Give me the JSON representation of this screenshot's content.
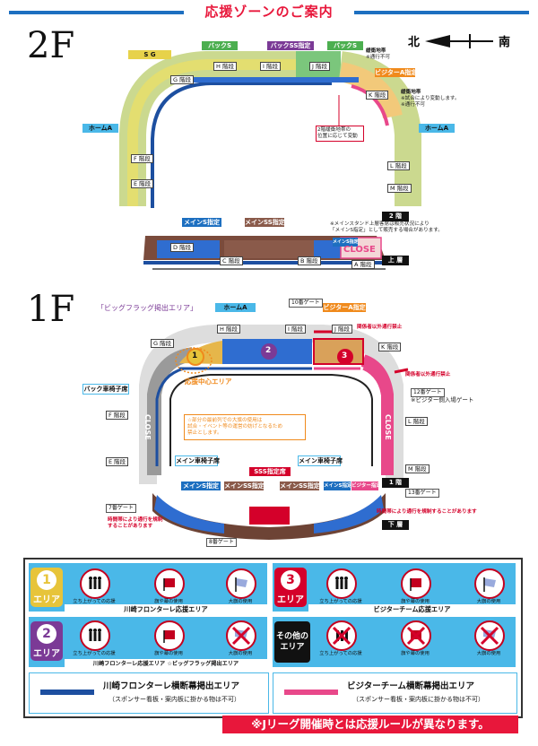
{
  "title": "応援ゾーンのご案内",
  "compass": {
    "north": "北",
    "south": "南"
  },
  "floor2": {
    "label": "2F",
    "tags": {
      "sg": "S G",
      "back_s_left": "バックS",
      "back_ss": "バックSS指定",
      "back_s_right": "バックS",
      "visitor_a": "ビジターA指定",
      "home_a_left": "ホームA",
      "home_a_right": "ホームA",
      "main_s": "メインS指定",
      "main_ss": "メインSS指定",
      "main_s_upper": "メインS指定"
    },
    "sections": {
      "g": "G 階段",
      "h": "H 階段",
      "i": "I 階段",
      "j": "J 階段",
      "k": "K 階段",
      "f": "F 階段",
      "e": "E 階段",
      "l": "L 階段",
      "m": "M 階段",
      "d": "D 階段",
      "c": "C 階段",
      "b": "B 階段",
      "a": "A 階段"
    },
    "notes": {
      "buffer_top_title": "緩衝地帯",
      "buffer_top_body": "※通行不可",
      "buffer_mid_title": "緩衝地帯",
      "buffer_mid_body": "※試合により変動します。\n※通行不可",
      "buffer_box": "2階緩衝地帯の\n位置に応じて変動",
      "mainstand": "※メインスタンド上層客席は販売状況により\n「メインS指定」として販売する場合があります。",
      "nikai": "2 階",
      "jyoso": "上 層",
      "close": "CLOSE"
    }
  },
  "floor1": {
    "label": "1F",
    "big_flag": "「ビッグフラッグ掲出エリア」",
    "tags": {
      "home_a": "ホームA",
      "visitor_a": "ビジターA指定",
      "back_wheelchair": "バック車椅子席",
      "main_wheelchair_left": "メイン車椅子席",
      "main_wheelchair_right": "メイン車椅子席",
      "main_s_left": "メインS指定",
      "main_ss": "メインSS指定",
      "sss": "SSS指定席",
      "main_ss_right": "メインSS指定",
      "main_s_right": "メインS指定",
      "visitor_sitei": "ビジター指定"
    },
    "sections": {
      "g": "G 階段",
      "h": "H 階段",
      "i": "I 階段",
      "j": "J 階段",
      "k": "K 階段",
      "f": "F 階段",
      "e": "E 階段",
      "l": "L 階段",
      "m": "M 階段"
    },
    "gates": {
      "gate10": "10番ゲート",
      "gate12": "12番ゲート",
      "gate13": "13番ゲート",
      "gate7": "7番ゲート",
      "gate8": "8番ゲート"
    },
    "notes": {
      "kanren_left": "関係者以外通行禁止",
      "kanren_right": "関係者以外通行禁止",
      "visitor_gate": "※ビジター側入場ゲート",
      "center": "応援中心エリア",
      "flag_warn": "☆部分の最前列での大旗の使用は\n試合・イベント等の運営の妨げとなるため\n禁止とします。",
      "time_right": "時間帯により通行を規制することがあります",
      "time_left": "時間帯により通行を規制\nすることがあります",
      "close": "CLOSE",
      "ikkai": "1 階",
      "kaso": "下 層",
      "zone1": "1",
      "zone2": "2",
      "zone3": "3"
    }
  },
  "legend": {
    "zone1": {
      "num": "1",
      "label": "エリア",
      "strip": "川崎フロンターレ応援エリア",
      "items": [
        "立ち上がっての応援",
        "旗や幕の使用",
        "大旗の使用"
      ]
    },
    "zone3": {
      "num": "3",
      "label": "エリア",
      "strip": "ビジターチーム応援エリア",
      "items": [
        "立ち上がっての応援",
        "旗や幕の使用",
        "大旗の使用"
      ]
    },
    "zone2": {
      "num": "2",
      "label": "エリア",
      "strip": "川崎フロンターレ応援エリア ☆ビッグフラッグ掲出エリア",
      "items": [
        "立ち上がっての応援",
        "旗や幕の使用",
        "大旗の使用"
      ]
    },
    "other": {
      "label": "その他の\nエリア",
      "items": [
        "立ち上がっての応援",
        "旗や幕の使用",
        "大旗の使用"
      ]
    },
    "banner_home": {
      "title": "川崎フロンターレ横断幕掲出エリア",
      "sub": "（スポンサー看板・案内板に掛かる物は不可）"
    },
    "banner_visitor": {
      "title": "ビジターチーム横断幕掲出エリア",
      "sub": "（スポンサー看板・案内板に掛かる物は不可）"
    }
  },
  "footer": "※Jリーグ開催時とは応援ルールが異なります。",
  "colors": {
    "blue": "#1d4fa0",
    "pink": "#e8488a",
    "red": "#e8173b",
    "green": "#4caf50",
    "purple": "#7b3a96",
    "orange": "#f08a1c",
    "yellow": "#e7d24a"
  }
}
